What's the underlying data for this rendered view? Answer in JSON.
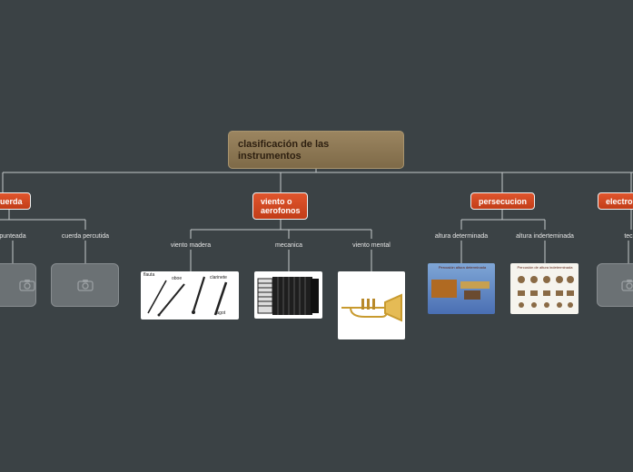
{
  "root": {
    "title": "clasificación de las instrumentos"
  },
  "categories": [
    {
      "label": "cuerda"
    },
    {
      "label": "viento o aerofonos"
    },
    {
      "label": "persecucion"
    },
    {
      "label": "electro"
    }
  ],
  "subtopics": {
    "punteada": "punteada",
    "percutida": "cuerda percutida",
    "madera": "viento madera",
    "mecanica": "mecanica",
    "metal": "viento mental",
    "determinada": "altura determinada",
    "indeterminada": "altura inderteminada",
    "tec": "tec"
  },
  "images": {
    "woodwinds": {
      "flauta": "flauta",
      "oboe": "oboe",
      "clarinete": "clarinete",
      "fagot": "fagot"
    },
    "percussion_det_title": "Percusión altura determinada",
    "percussion_indet_title": "Percusión de altura indeterminada"
  },
  "colors": {
    "background": "#3b4245",
    "root": "#8b7553",
    "category": "#d24a22",
    "connector": "#bfc4c6",
    "placeholder": "#6b7174"
  },
  "icons": {
    "placeholder": "camera-icon"
  }
}
